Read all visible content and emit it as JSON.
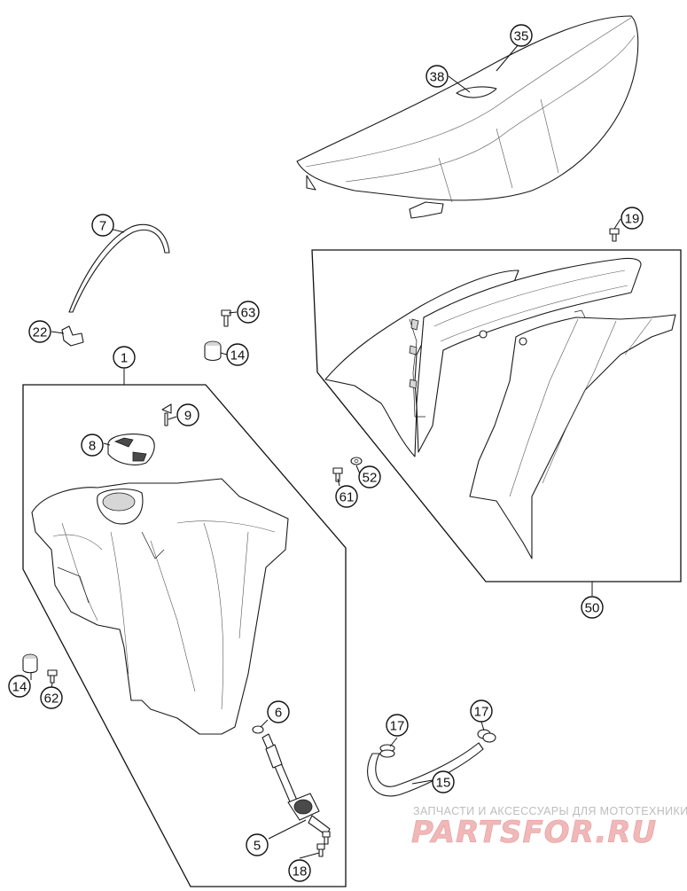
{
  "callouts": [
    {
      "id": "c35",
      "label": "35"
    },
    {
      "id": "c38",
      "label": "38"
    },
    {
      "id": "c19",
      "label": "19"
    },
    {
      "id": "c7",
      "label": "7"
    },
    {
      "id": "c63",
      "label": "63"
    },
    {
      "id": "c22",
      "label": "22"
    },
    {
      "id": "c14a",
      "label": "14"
    },
    {
      "id": "c1",
      "label": "1"
    },
    {
      "id": "c9",
      "label": "9"
    },
    {
      "id": "c8",
      "label": "8"
    },
    {
      "id": "c52",
      "label": "52"
    },
    {
      "id": "c61",
      "label": "61"
    },
    {
      "id": "c50",
      "label": "50"
    },
    {
      "id": "c14b",
      "label": "14"
    },
    {
      "id": "c62",
      "label": "62"
    },
    {
      "id": "c6",
      "label": "6"
    },
    {
      "id": "c17a",
      "label": "17"
    },
    {
      "id": "c17b",
      "label": "17"
    },
    {
      "id": "c15",
      "label": "15"
    },
    {
      "id": "c5",
      "label": "5"
    },
    {
      "id": "c18",
      "label": "18"
    }
  ],
  "watermark": {
    "tagline": "ЗАПЧАСТИ И АКСЕССУАРЫ ДЛЯ МОТОТЕХНИКИ",
    "logo": "PARTSFOR.RU"
  },
  "colors": {
    "line": "#1a1a1a",
    "background": "#ffffff",
    "watermark_text": "#bdbdbd",
    "watermark_logo": "#f0b8b8"
  }
}
